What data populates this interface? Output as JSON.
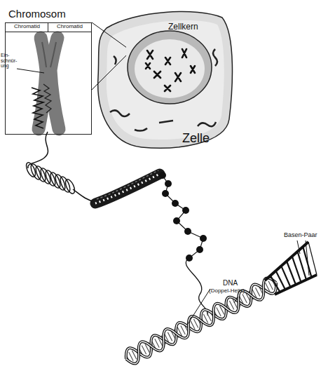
{
  "diagram": {
    "nodes": [
      {
        "text": [
          "Chromosom"
        ]
      },
      {
        "text": [
          "Chromatid"
        ],
        "in": 0
      },
      {
        "text": [
          "Chromatid"
        ],
        "in": 0
      },
      {
        "text": [
          "Zelle"
        ]
      },
      {
        "text": [
          "Zellkern"
        ],
        "in": 3
      }
    ],
    "edges": [
      {
        "from": 0,
        "to": 4,
        "arrow": "none"
      },
      {
        "from": 0,
        "to": 4,
        "arrow": "none"
      }
    ],
    "labels": [
      "Ein- schnür- ung",
      "Basen-Paar",
      "DNA",
      "(Doppel-Helix)"
    ]
  }
}
